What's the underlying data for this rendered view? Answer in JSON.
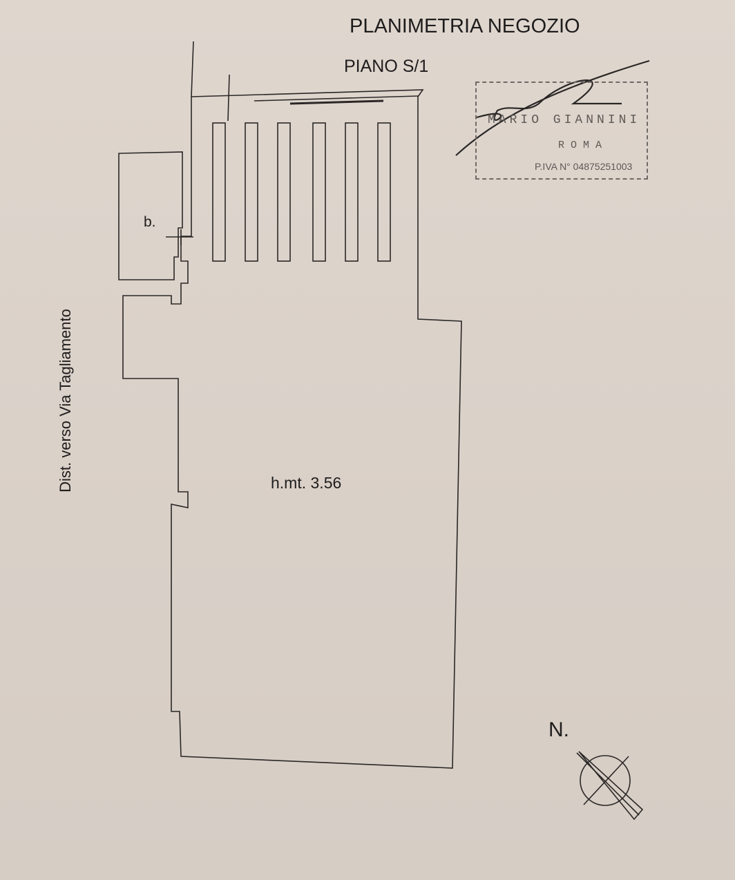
{
  "title": "PLANIMETRIA NEGOZIO",
  "floor": "PIANO S/1",
  "room_b_label": "b.",
  "height_label": "h.mt. 3.56",
  "street_label": "Dist. verso Via Tagliamento",
  "north_label": "N.",
  "stamp": {
    "name": "MARIO GIANNINI",
    "city": "ROMA",
    "vat": "P.IVA N° 04875251003"
  }
}
